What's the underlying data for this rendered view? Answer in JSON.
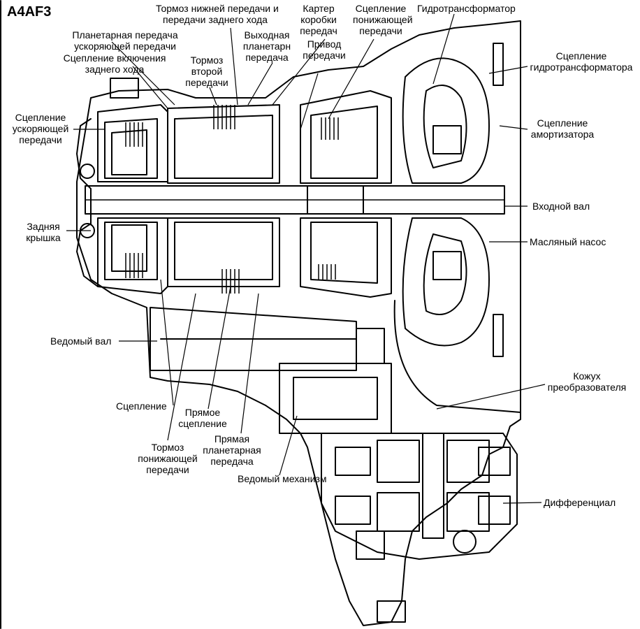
{
  "title": "A4AF3",
  "labels": {
    "low_reverse_brake": [
      "Тормоз нижней передачи и",
      "передачи заднего хода"
    ],
    "transaxle_case": [
      "Картер",
      "коробки",
      "передач"
    ],
    "underdrive_clutch": [
      "Сцепление",
      "понижающей",
      "передачи"
    ],
    "torque_converter": [
      "Гидротрансформатор"
    ],
    "overdrive_planetary": [
      "Планетарная передача",
      "ускоряющей передачи"
    ],
    "output_planetary": [
      "Выходная",
      "планетарн",
      "передача"
    ],
    "transfer_drive": [
      "Привод",
      "передачи"
    ],
    "reverse_clutch": [
      "Сцепление включения",
      "заднего хода"
    ],
    "second_brake": [
      "Тормоз",
      "второй",
      "передачи"
    ],
    "converter_clutch": [
      "Сцепление",
      "гидротрансформатора"
    ],
    "overdrive_clutch": [
      "Сцепление",
      "ускоряющей",
      "передачи"
    ],
    "damper_clutch": [
      "Сцепление",
      "амортизатора"
    ],
    "rear_cover": [
      "Задняя",
      "крышка"
    ],
    "input_shaft": [
      "Входной вал"
    ],
    "oil_pump": [
      "Масляный насос"
    ],
    "output_shaft": [
      "Ведомый вал"
    ],
    "converter_housing": [
      "Кожух",
      "преобразователя"
    ],
    "clutch": [
      "Сцепление"
    ],
    "direct_clutch": [
      "Прямое",
      "сцепление"
    ],
    "direct_planetary": [
      "Прямая",
      "планетарная",
      "передача"
    ],
    "underdrive_brake": [
      "Тормоз",
      "понижающей",
      "передачи"
    ],
    "driven_gear": [
      "Ведомый механизм"
    ],
    "differential": [
      "Дифференциал"
    ]
  }
}
